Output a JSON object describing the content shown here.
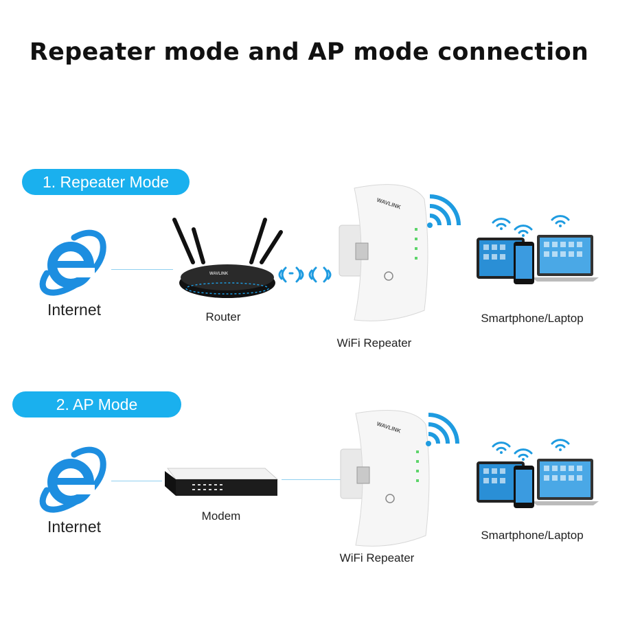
{
  "title": "Repeater mode and AP mode connection",
  "sections": [
    {
      "heading": "1. Repeater Mode",
      "internet_label": "Internet",
      "source_label": "Router",
      "repeater_label": "WiFi Repeater",
      "repeater_brand": "WAVLINK",
      "client_label": "Smartphone/Laptop"
    },
    {
      "heading": "2. AP Mode",
      "internet_label": "Internet",
      "source_label": "Modem",
      "repeater_label": "WiFi Repeater",
      "repeater_brand": "WAVLINK",
      "client_label": "Smartphone/Laptop"
    }
  ],
  "router_brand": "WAVLINK",
  "colors": {
    "accent": "#1ab0ee",
    "ie_blue": "#1d8ee0",
    "ie_ring": "#f4b81c",
    "wifi_blue": "#1e9be0"
  },
  "icons": [
    "internet-explorer-icon",
    "wifi-router-icon",
    "wifi-signal-icon",
    "wifi-repeater-icon",
    "modem-icon",
    "laptop-icon",
    "smartphone-icon"
  ]
}
